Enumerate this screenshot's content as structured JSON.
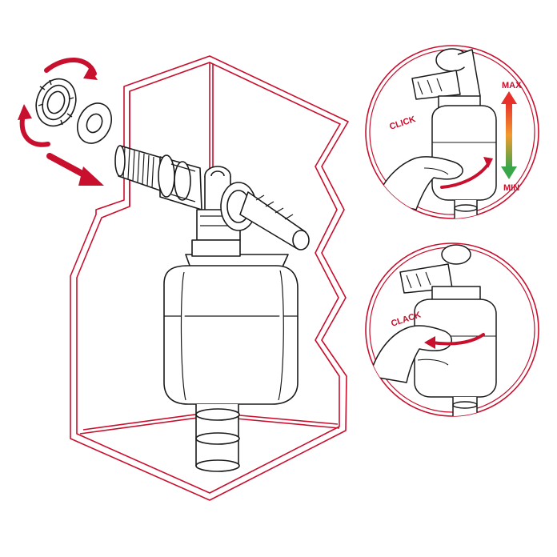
{
  "labels": {
    "click": "CLICK",
    "clack": "CLACK",
    "max": "MAX",
    "min": "MIN"
  },
  "colors": {
    "accent_red": "#c8102e",
    "outline": "#1a1a1a",
    "gradient_top": "#e8302a",
    "gradient_mid": "#f29a2e",
    "gradient_bottom": "#3aa64a"
  },
  "icons": {
    "rotate": "rotate-arrows-icon",
    "insert": "insert-arrow-icon",
    "height_scale": "max-min-arrow-icon"
  }
}
